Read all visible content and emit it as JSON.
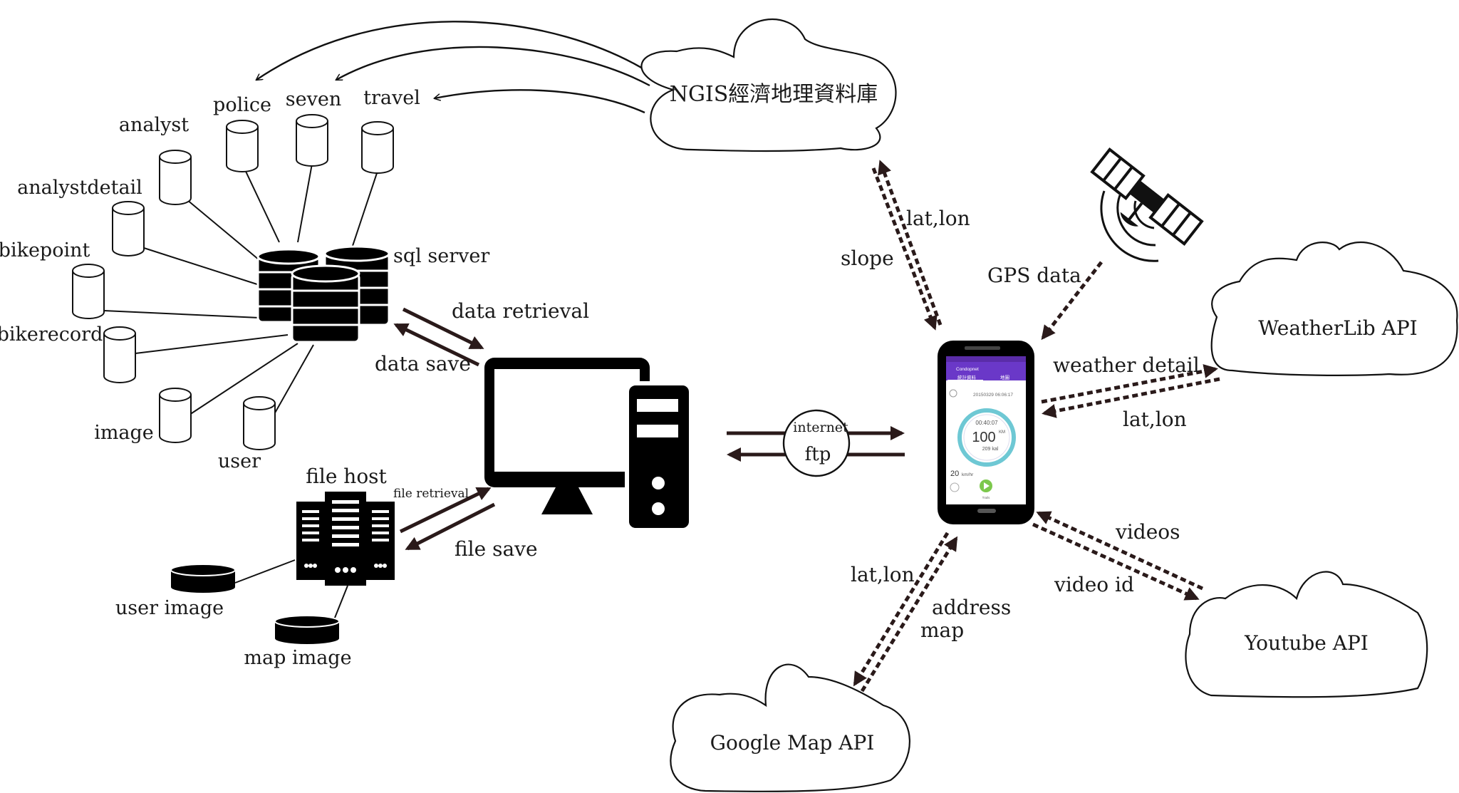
{
  "databases": {
    "tables": {
      "police": "police",
      "seven": "seven",
      "travel": "travel",
      "analyst": "analyst",
      "analystdetail": "analystdetail",
      "bikepoint": "bikepoint",
      "bikerecord": "bikerecord",
      "image": "image",
      "user": "user"
    },
    "server_label": "sql server"
  },
  "file_host": {
    "label": "file host",
    "user_image": "user image",
    "map_image": "map image"
  },
  "links": {
    "data_retrieval": "data retrieval",
    "data_save": "data save",
    "file_retrieval": "file retrieval",
    "file_save": "file save",
    "internet": "internet",
    "ftp": "ftp",
    "ngis_latlon": "lat,lon",
    "ngis_slope": "slope",
    "gps_data": "GPS data",
    "weather_detail": "weather detail",
    "weather_latlon": "lat,lon",
    "videos": "videos",
    "video_id": "video id",
    "map_latlon": "lat,lon",
    "address": "address",
    "map": "map"
  },
  "clouds": {
    "ngis": "NGIS經濟地理資料庫",
    "weather": "WeatherLib API",
    "youtube": "Youtube API",
    "google_map": "Google Map API"
  },
  "phone": {
    "app_title": "Condopnet",
    "tab_1": "統計資料",
    "tab_2": "地圖",
    "datetime": "20150329 06:06:17",
    "elapsed": "00:40:07",
    "distance": "100",
    "distance_unit": "KM",
    "calories": "209 kal",
    "speed": "20",
    "speed_unit": "km/hr",
    "play_label": "Trails"
  }
}
